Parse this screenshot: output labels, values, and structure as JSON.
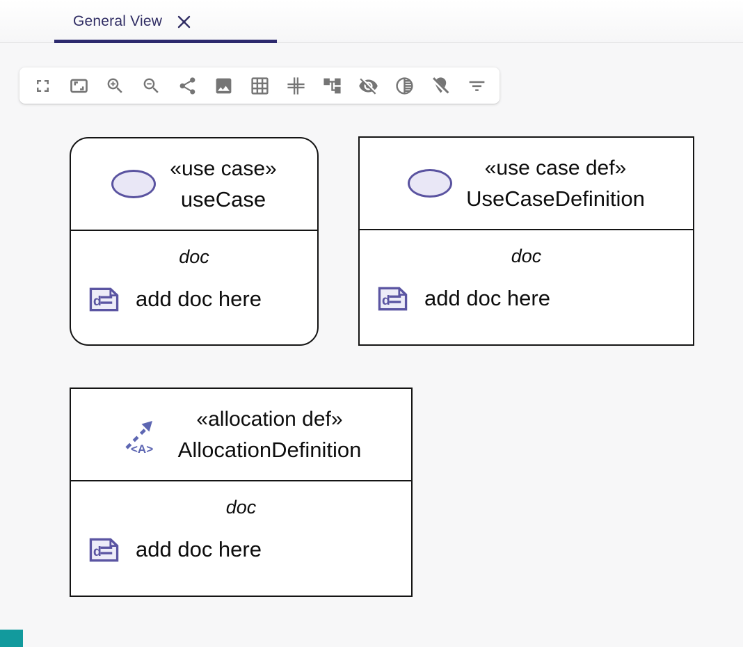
{
  "tab_bar": {
    "tab": {
      "label": "General View"
    }
  },
  "toolbar": {
    "icons": [
      "fullscreen-icon",
      "fit-to-screen-icon",
      "zoom-in-icon",
      "zoom-out-icon",
      "share-icon",
      "export-image-icon",
      "snap-to-grid-icon",
      "helper-lines-icon",
      "arrange-all-icon",
      "reveal-hidden-elements-icon",
      "reveal-faded-elements-icon",
      "unpin-all-icon",
      "filter-elements-icon"
    ]
  },
  "canvas": {
    "nodes": [
      {
        "stereotype": "«use case»",
        "name": "useCase",
        "icon": "usecase-ellipse-icon",
        "compartment_label": "doc",
        "doc_item": "add doc here"
      },
      {
        "stereotype": "«use case def»",
        "name": "UseCaseDefinition",
        "icon": "usecase-ellipse-icon",
        "compartment_label": "doc",
        "doc_item": "add doc here"
      },
      {
        "stereotype": "«allocation def»",
        "name": "AllocationDefinition",
        "icon": "allocation-arrow-icon",
        "icon_label": "<A>",
        "compartment_label": "doc",
        "doc_item": "add doc here"
      }
    ]
  },
  "colors": {
    "accent": "#2d2a6e",
    "tab_text": "#2f2c63",
    "toolbar_icon": "#757575",
    "node_border": "#141414",
    "node_background": "#ffffff",
    "diagram_icon_purple": "#5b55a2",
    "diagram_icon_fill": "#e9e7f6",
    "canvas_background": "#f7f7f8",
    "corner_fragment_teal": "#129a9d"
  }
}
